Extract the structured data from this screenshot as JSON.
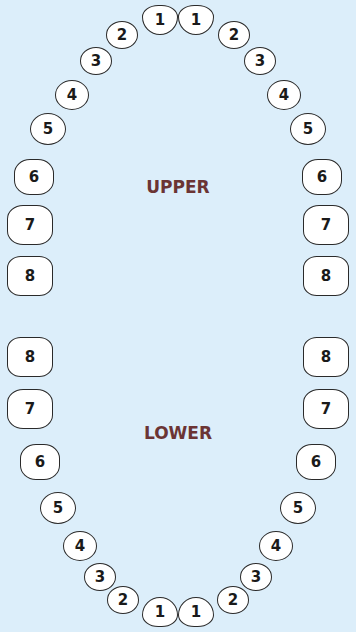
{
  "diagram": {
    "nodes": [
      {
        "text": [
          "1"
        ]
      },
      {
        "text": [
          "1"
        ]
      },
      {
        "text": [
          "2"
        ]
      },
      {
        "text": [
          "2"
        ]
      },
      {
        "text": [
          "3"
        ]
      },
      {
        "text": [
          "3"
        ]
      },
      {
        "text": [
          "4"
        ]
      },
      {
        "text": [
          "4"
        ]
      },
      {
        "text": [
          "5"
        ]
      },
      {
        "text": [
          "5"
        ]
      },
      {
        "text": [
          "6"
        ]
      },
      {
        "text": [
          "6"
        ]
      },
      {
        "text": [
          "7"
        ]
      },
      {
        "text": [
          "7"
        ]
      },
      {
        "text": [
          "8"
        ]
      },
      {
        "text": [
          "8"
        ]
      },
      {
        "text": [
          "8"
        ]
      },
      {
        "text": [
          "8"
        ]
      },
      {
        "text": [
          "7"
        ]
      },
      {
        "text": [
          "7"
        ]
      },
      {
        "text": [
          "6"
        ]
      },
      {
        "text": [
          "6"
        ]
      },
      {
        "text": [
          "5"
        ]
      },
      {
        "text": [
          "5"
        ]
      },
      {
        "text": [
          "4"
        ]
      },
      {
        "text": [
          "4"
        ]
      },
      {
        "text": [
          "3"
        ]
      },
      {
        "text": [
          "3"
        ]
      },
      {
        "text": [
          "2"
        ]
      },
      {
        "text": [
          "2"
        ]
      },
      {
        "text": [
          "1"
        ]
      },
      {
        "text": [
          "1"
        ]
      }
    ],
    "labels": [
      "UPPER",
      "LOWER"
    ]
  }
}
